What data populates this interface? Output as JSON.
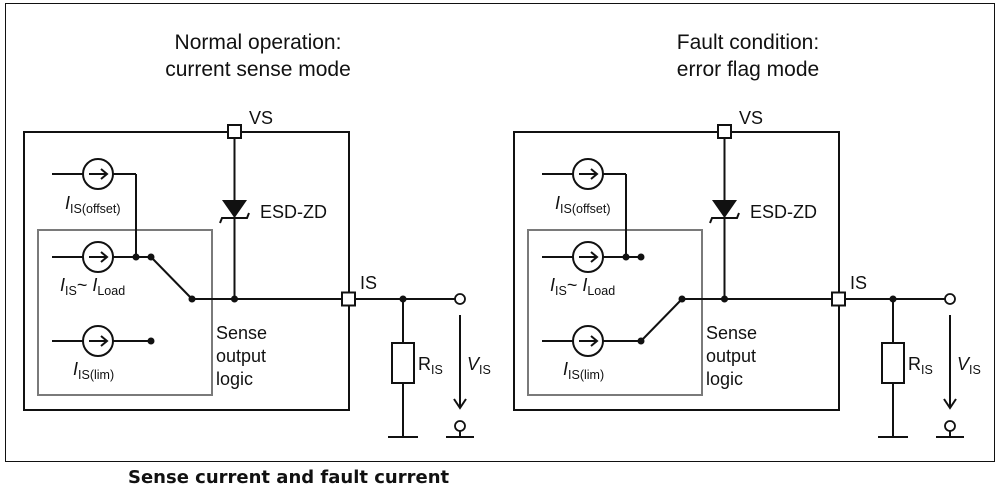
{
  "caption": "Sense current and fault current",
  "panels": [
    {
      "title_line1": "Normal operation:",
      "title_line2": "current sense mode",
      "switch_state": "current-sense"
    },
    {
      "title_line1": "Fault condition:",
      "title_line2": "error flag mode",
      "switch_state": "error-flag"
    }
  ],
  "labels": {
    "vs": "VS",
    "is": "IS",
    "esd": "ESD-ZD",
    "logic_line1": "Sense",
    "logic_line2": "output",
    "logic_line3": "logic",
    "i_main": "I",
    "sub_offset": "IS(offset)",
    "is_prefix": "IS",
    "tilde": "~ ",
    "sub_load": "Load",
    "sub_lim": "IS(lim)",
    "r_main": "R",
    "r_sub": "IS",
    "v_main": "V",
    "v_sub": "IS"
  }
}
